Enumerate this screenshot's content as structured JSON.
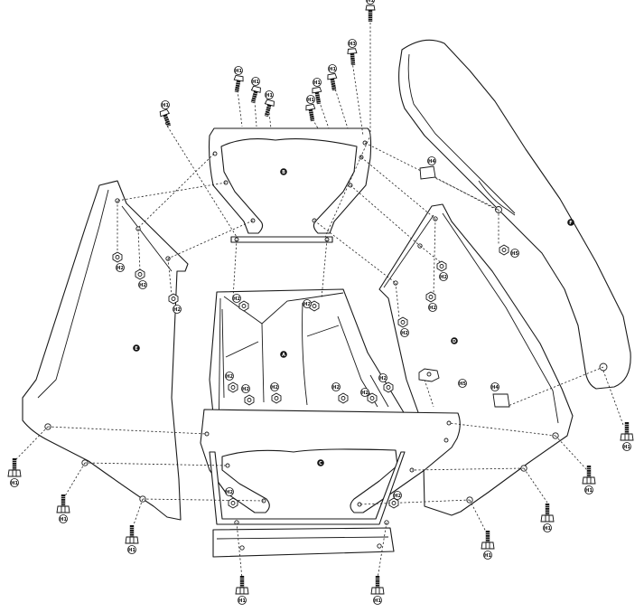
{
  "colors": {
    "line": "#1a1a1a",
    "background": "#ffffff",
    "badge": "#111111"
  },
  "panels": [
    {
      "id": "A",
      "label": "A"
    },
    {
      "id": "B",
      "label": "B"
    },
    {
      "id": "C",
      "label": "C"
    },
    {
      "id": "D",
      "label": "D"
    },
    {
      "id": "E",
      "label": "E"
    },
    {
      "id": "F",
      "label": "F"
    }
  ],
  "hardware": {
    "h1": "H1",
    "h2": "H2",
    "h3": "H3",
    "h4": "H4",
    "h5": "H5"
  }
}
